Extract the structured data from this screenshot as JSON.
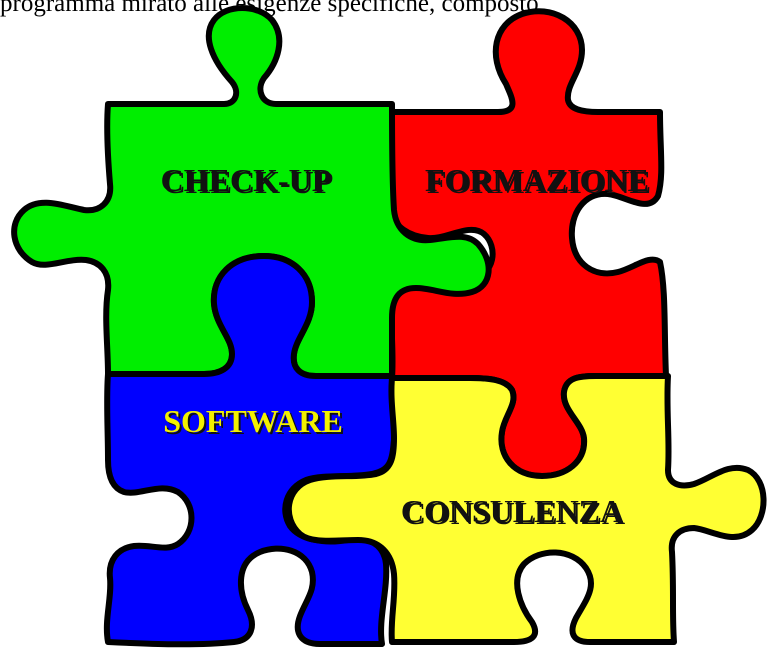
{
  "header_text": "programma mirato alle esigenze specifiche, composto",
  "pieces": {
    "checkup": {
      "label": "CHECK-UP",
      "color": "#00ee00",
      "label_color": "#111111"
    },
    "formazione": {
      "label": "FORMAZIONE",
      "color": "#ff0000",
      "label_color": "#111111"
    },
    "software": {
      "label": "SOFTWARE",
      "color": "#0000ff",
      "label_color": "#f2f000"
    },
    "consulenza": {
      "label": "CONSULENZA",
      "color": "#ffff33",
      "label_color": "#111111"
    }
  }
}
